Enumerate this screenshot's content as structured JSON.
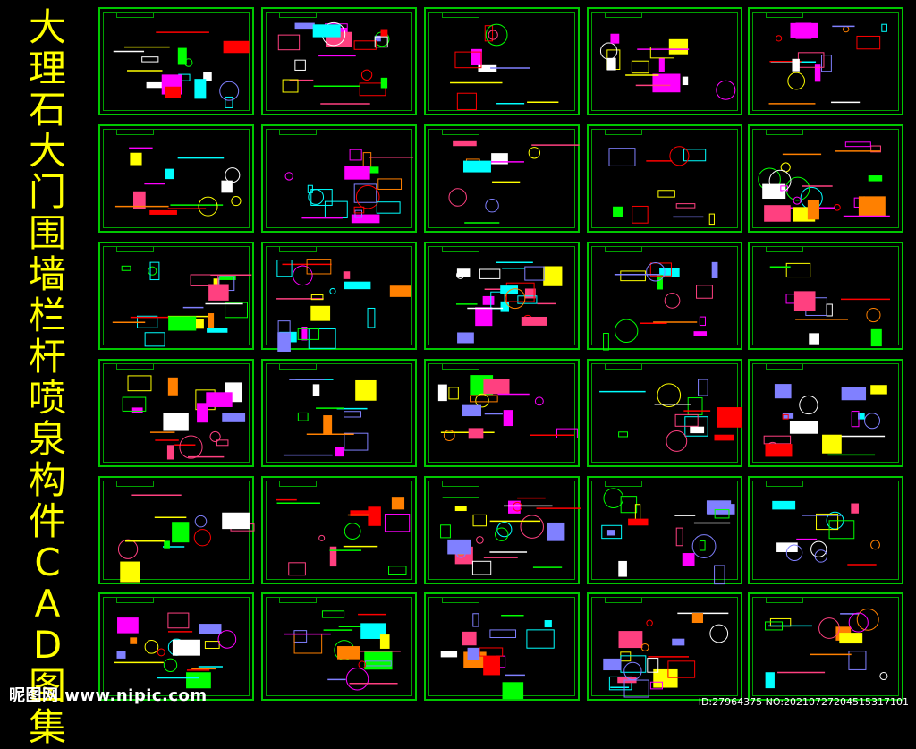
{
  "title": {
    "text": "大理石大门围墙栏杆喷泉构件CAD图集",
    "chars": [
      "大",
      "理",
      "石",
      "大",
      "门",
      "围",
      "墙",
      "栏",
      "杆",
      "喷",
      "泉",
      "构",
      "件",
      "C",
      "A",
      "D",
      "图",
      "集"
    ]
  },
  "watermark": "昵图网 www.nipic.com",
  "image_id": "ID:27964375 NO:20210727204515317101",
  "colors": {
    "title": "#ffff00",
    "sheet_border": "#00c800",
    "background": "#000000"
  },
  "sheets": {
    "rows": 6,
    "cols": 5
  }
}
